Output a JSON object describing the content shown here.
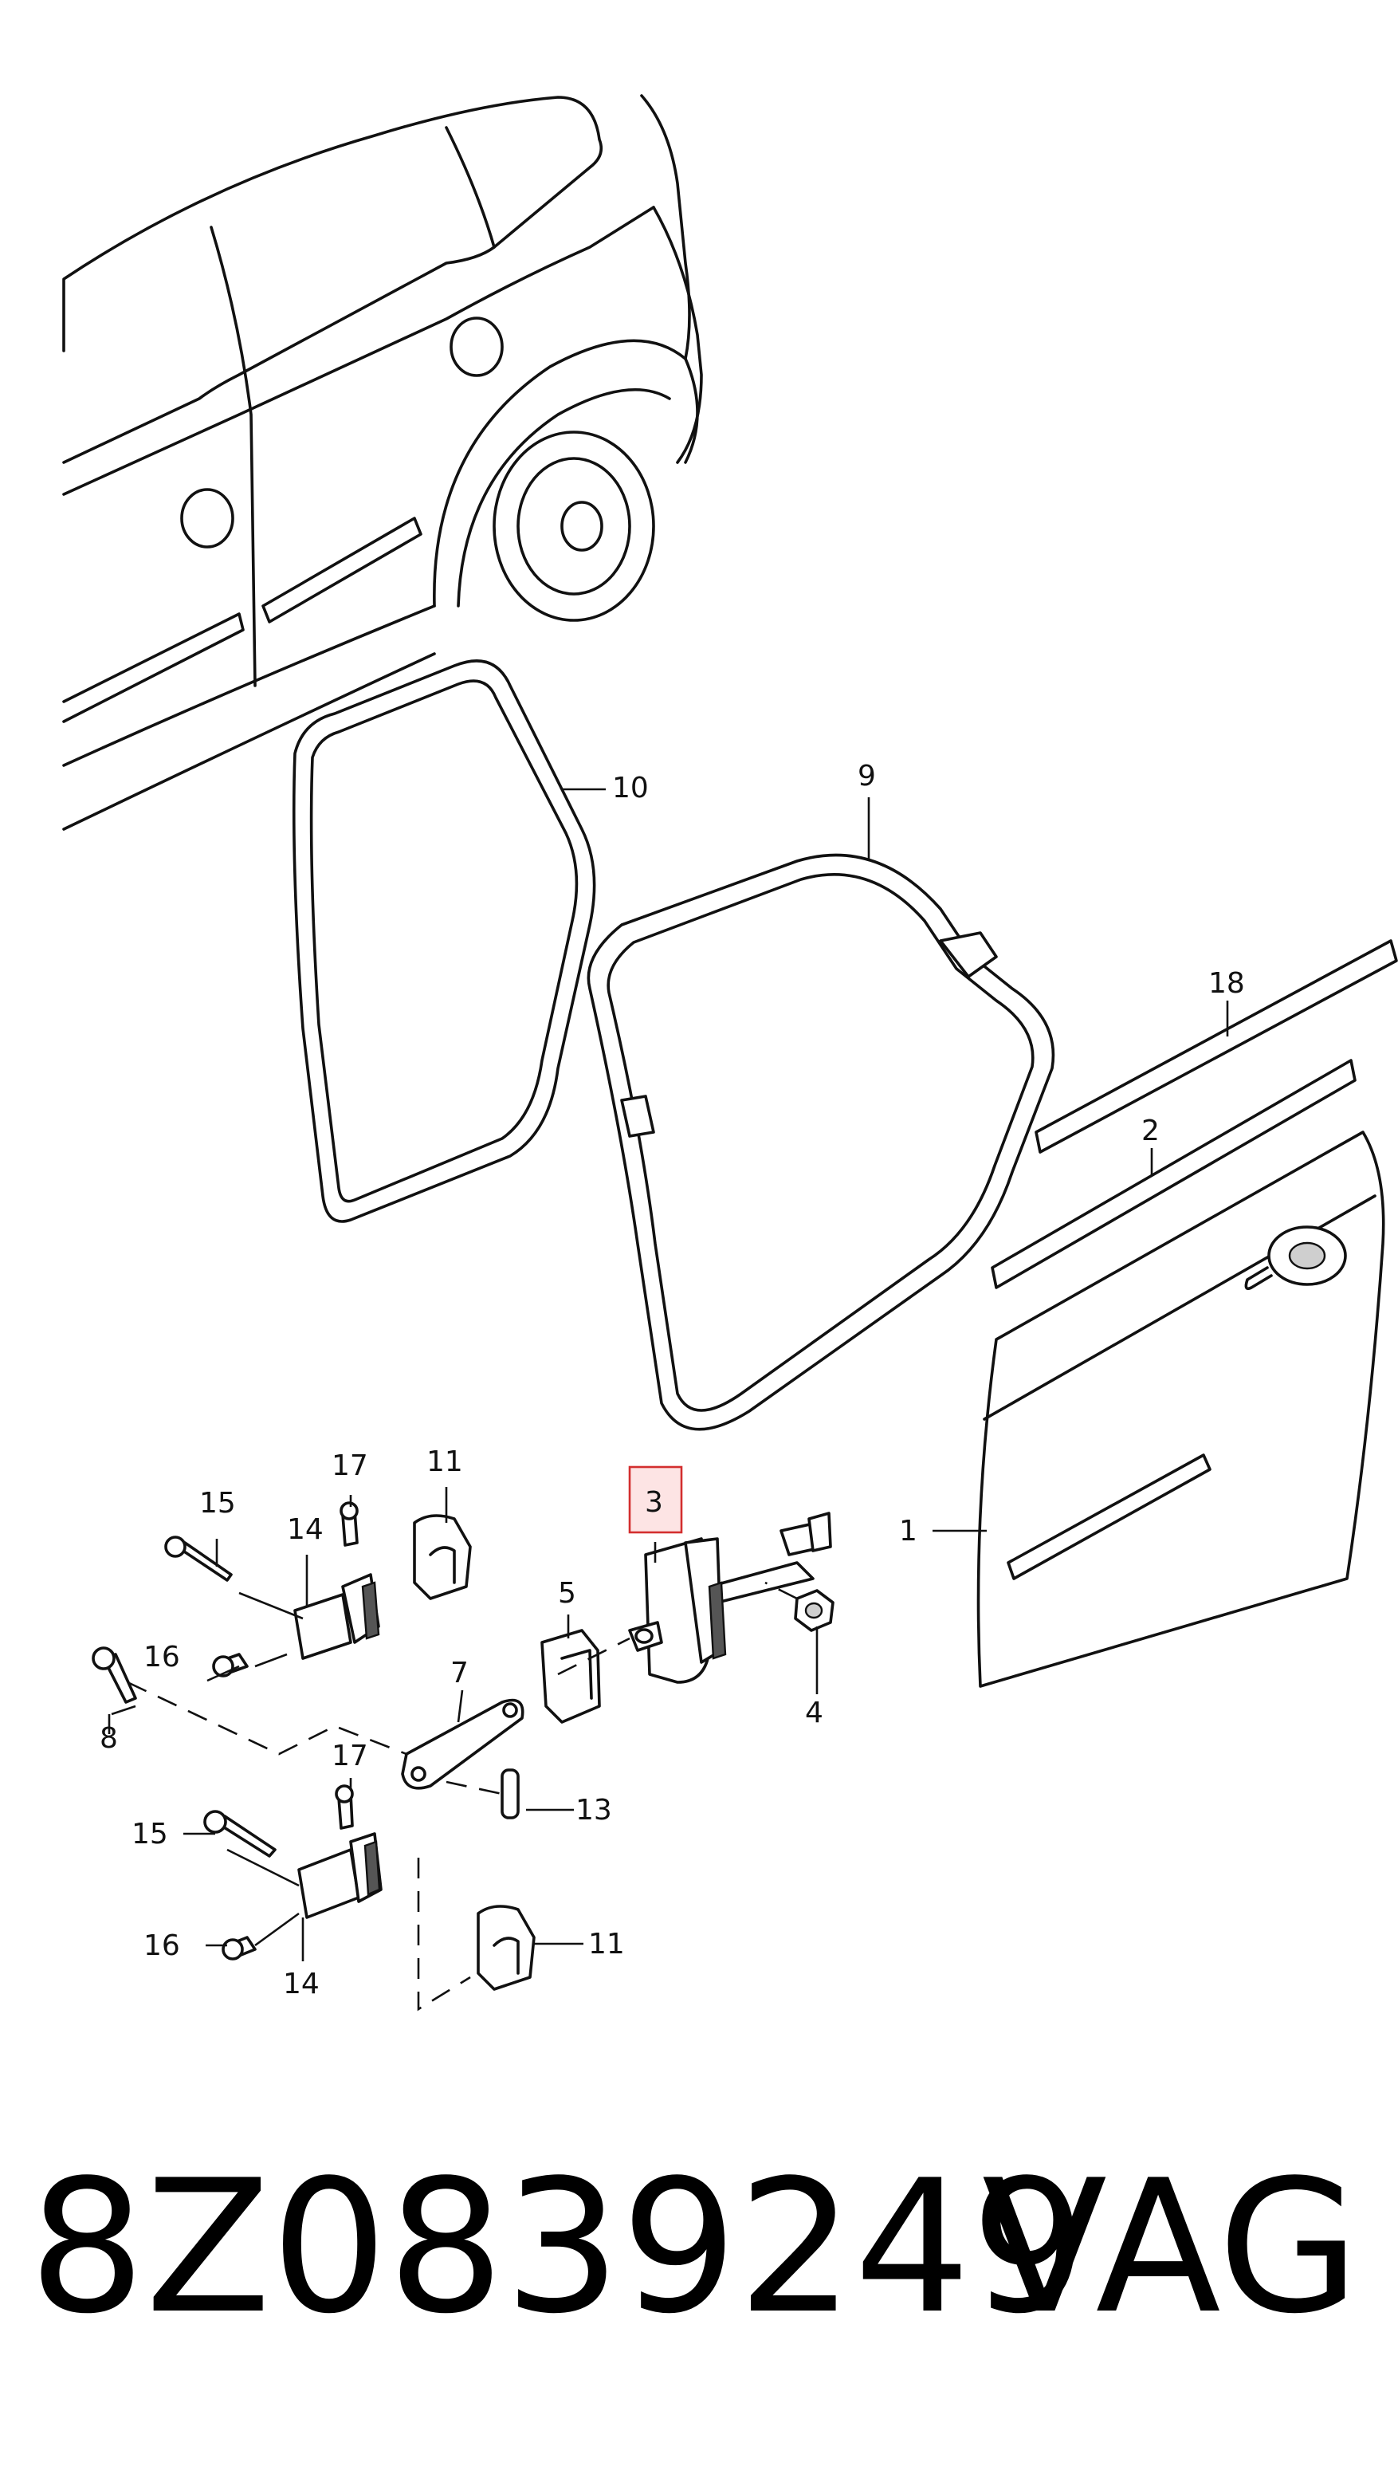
{
  "callouts": {
    "c1": "1",
    "c2": "2",
    "c3": "3",
    "c4": "4",
    "c5": "5",
    "c7": "7",
    "c8": "8",
    "c9": "9",
    "c10": "10",
    "c11a": "11",
    "c11b": "11",
    "c13": "13",
    "c14a": "14",
    "c14b": "14",
    "c15a": "15",
    "c15b": "15",
    "c16a": "16",
    "c16b": "16",
    "c17a": "17",
    "c17b": "17",
    "c18": "18"
  },
  "highlighted_callout": "3",
  "caption": {
    "part_number": "8Z0839249",
    "brand": "VAG"
  },
  "colors": {
    "line": "#111111",
    "highlight_border": "#d32f2f",
    "highlight_fill": "#fde4e4"
  }
}
